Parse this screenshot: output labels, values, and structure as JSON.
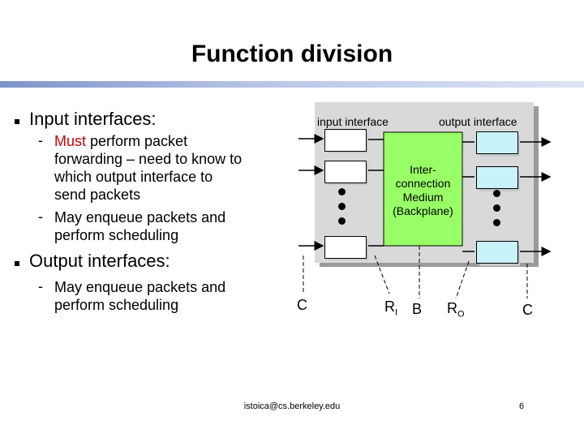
{
  "slide": {
    "title": "Function division",
    "bullets": [
      {
        "text": "Input interfaces:",
        "sub": [
          {
            "highlight": "Must",
            "rest": " perform packet",
            "lines": [
              "forwarding – need to know to",
              "which output interface to",
              "send packets"
            ]
          },
          {
            "lines": [
              "May enqueue packets and",
              "perform scheduling"
            ]
          }
        ]
      },
      {
        "text": "Output interfaces:",
        "sub": [
          {
            "lines": [
              "May enqueue packets and",
              "perform scheduling"
            ]
          }
        ]
      }
    ],
    "diagram": {
      "input_label": "input interface",
      "output_label": "output interface",
      "interconnect_lines": [
        "Inter-",
        "connection",
        "Medium",
        "(Backplane)"
      ],
      "signals": {
        "c_left": "C",
        "ri_main": "R",
        "ri_sub": "I",
        "b": "B",
        "ro_main": "R",
        "ro_sub": "O",
        "c_right": "C"
      },
      "colors": {
        "interconnect_fill": "#99ff66",
        "output_box_fill": "#c9f3fb",
        "router_body": "#d9d9d9"
      }
    },
    "footer": {
      "email": "istoica@cs.berkeley.edu",
      "page": "6"
    }
  }
}
